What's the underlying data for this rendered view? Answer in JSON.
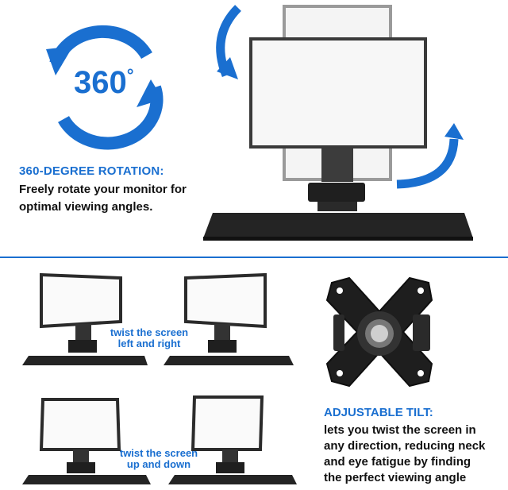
{
  "rotation_badge": {
    "text": "360",
    "degree": "°"
  },
  "rotation": {
    "title": "360-DEGREE ROTATION:",
    "desc_line1": "Freely rotate your monitor for",
    "desc_line2": "optimal viewing angles."
  },
  "twist_lr": {
    "line1": "twist the screen",
    "line2": "left and right"
  },
  "twist_ud": {
    "line1": "twist the screen",
    "line2": "up and down"
  },
  "tilt": {
    "title": "ADJUSTABLE TILT:",
    "line1": "lets you twist the screen in",
    "line2": "any direction, reducing neck",
    "line3": "and eye fatigue by finding",
    "line4": "the perfect viewing angle"
  },
  "colors": {
    "accent": "#1a6fd0",
    "text": "#111111",
    "device": "#222222"
  }
}
